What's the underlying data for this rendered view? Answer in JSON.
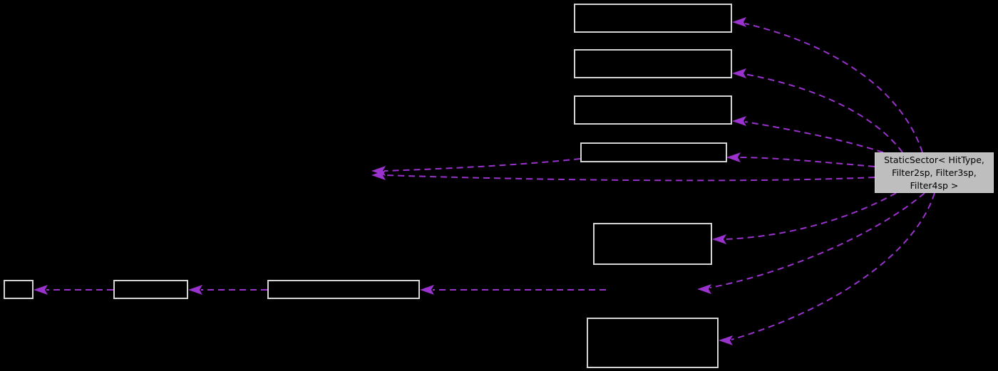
{
  "diagram": {
    "kind": "collaboration-graph",
    "background_color": "#000000",
    "edge_color": "#9a32cd",
    "edge_style": "dashed",
    "node_border_color": "#d4d4d4",
    "empty_node_count": 9,
    "main_node": {
      "label": "StaticSector< HitType, Filter2sp, Filter3sp, Filter4sp >",
      "lines": [
        "StaticSector< HitType,",
        "Filter2sp, Filter3sp,",
        "Filter4sp >"
      ],
      "fill_color": "#bebebe",
      "text_color": "#000000"
    }
  }
}
